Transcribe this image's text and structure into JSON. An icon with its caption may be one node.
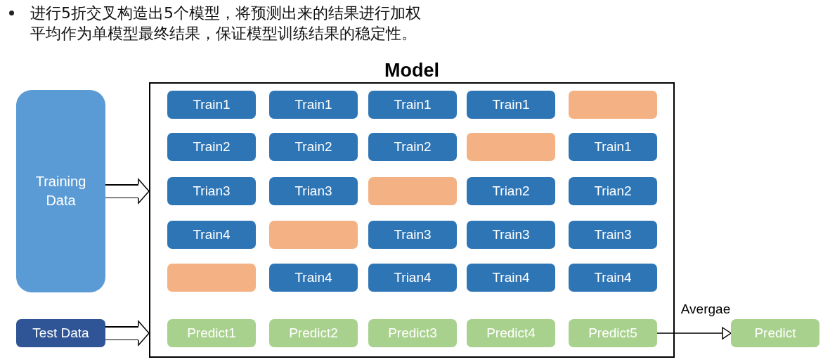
{
  "diagram": {
    "nodes": [
      {
        "text": [
          "Training Data"
        ]
      },
      {
        "text": [
          "Test Data"
        ]
      },
      {
        "text": [
          "Model"
        ]
      },
      {
        "text": [
          "Train1"
        ],
        "in": 2
      },
      {
        "text": [
          "Train1"
        ],
        "in": 2
      },
      {
        "text": [
          "Train1"
        ],
        "in": 2
      },
      {
        "text": [
          "Train1"
        ],
        "in": 2
      },
      {
        "text": [],
        "shape": "box",
        "in": 2
      },
      {
        "text": [
          "Train2"
        ],
        "in": 2
      },
      {
        "text": [
          "Train2"
        ],
        "in": 2
      },
      {
        "text": [
          "Train2"
        ],
        "in": 2
      },
      {
        "text": [],
        "shape": "box",
        "in": 2
      },
      {
        "text": [
          "Train1"
        ],
        "in": 2
      },
      {
        "text": [
          "Trian3"
        ],
        "in": 2
      },
      {
        "text": [
          "Trian3"
        ],
        "in": 2
      },
      {
        "text": [],
        "shape": "box",
        "in": 2
      },
      {
        "text": [
          "Trian2"
        ],
        "in": 2
      },
      {
        "text": [
          "Trian2"
        ],
        "in": 2
      },
      {
        "text": [
          "Train4"
        ],
        "in": 2
      },
      {
        "text": [],
        "shape": "box",
        "in": 2
      },
      {
        "text": [
          "Train3"
        ],
        "in": 2
      },
      {
        "text": [
          "Train3"
        ],
        "in": 2
      },
      {
        "text": [
          "Train3"
        ],
        "in": 2
      },
      {
        "text": [],
        "shape": "box",
        "in": 2
      },
      {
        "text": [
          "Train4"
        ],
        "in": 2
      },
      {
        "text": [
          "Trian4"
        ],
        "in": 2
      },
      {
        "text": [
          "Train4"
        ],
        "in": 2
      },
      {
        "text": [
          "Train4"
        ],
        "in": 2
      },
      {
        "text": [
          "Predict1"
        ],
        "in": 2
      },
      {
        "text": [
          "Predict2"
        ],
        "in": 2
      },
      {
        "text": [
          "Predict3"
        ],
        "in": 2
      },
      {
        "text": [
          "Predict4"
        ],
        "in": 2
      },
      {
        "text": [
          "Predict5"
        ],
        "in": 2
      },
      {
        "text": [
          "Predict"
        ]
      }
    ],
    "edges": [
      {
        "from": 0,
        "to": 2,
        "arrow": "to",
        "style": "thick"
      },
      {
        "from": 1,
        "to": 2,
        "arrow": "to",
        "style": "thick"
      },
      {
        "from": 32,
        "to": 33,
        "arrow": "to",
        "label": "Avergae"
      }
    ],
    "labels": [
      "进行5折交叉构造出5个模型，将预测出来的结果进行加权平均作为单模型最终结果，保证模型训练结果的稳定性。"
    ]
  }
}
